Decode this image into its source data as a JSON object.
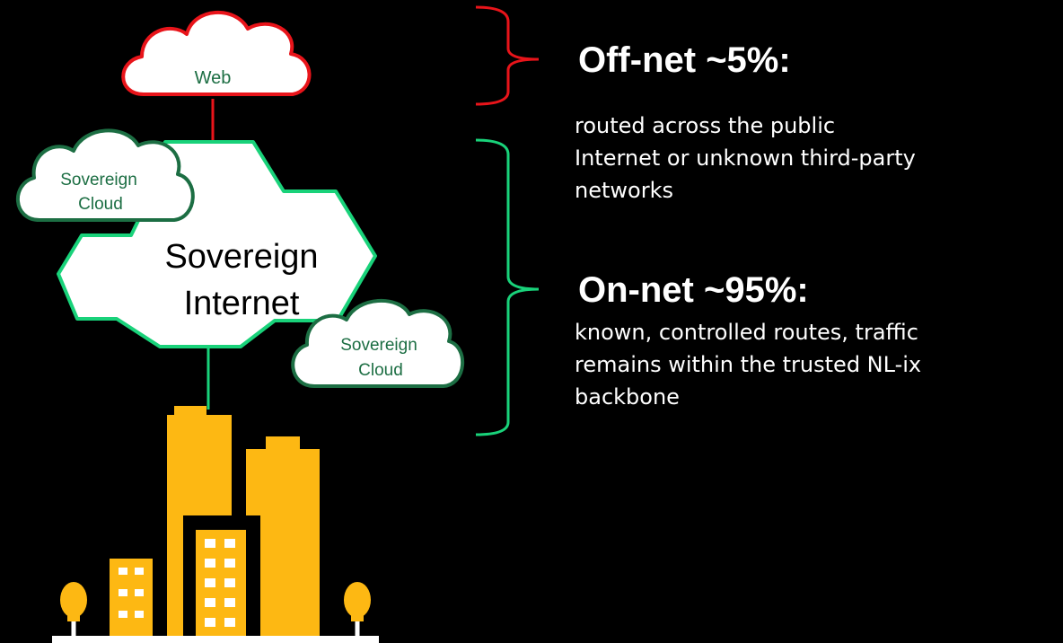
{
  "diagram": {
    "web_cloud_label": "Web",
    "core_label_line1": "Sovereign",
    "core_label_line2": "Internet",
    "cloud_left_line1": "Sovereign",
    "cloud_left_line2": "Cloud",
    "cloud_right_line1": "Sovereign",
    "cloud_right_line2": "Cloud"
  },
  "offnet": {
    "heading": "Off-net ~5%:",
    "desc_lines": [
      "routed across the public",
      "Internet or unknown third-party",
      "networks"
    ]
  },
  "onnet": {
    "heading": "On-net ~95%:",
    "desc_lines": [
      "known, controlled routes, traffic",
      "remains within the trusted NL-ix",
      "backbone"
    ]
  },
  "colors": {
    "offnet_accent": "#e8141a",
    "onnet_accent": "#19d27a",
    "cloud_green_stroke": "#1c6e43",
    "cloud_green_text": "#1c6e43",
    "buildings": "#fdb813",
    "background": "#000000"
  }
}
